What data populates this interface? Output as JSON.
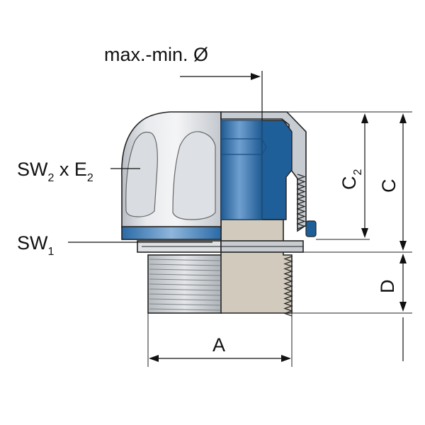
{
  "labels": {
    "diameter": "max.-min. Ø",
    "sw2": "SW",
    "sw2_sub": "2",
    "sw2_x": " x E",
    "sw2_sub2": "2",
    "sw1": "SW",
    "sw1_sub": "1",
    "c2": "C",
    "c2_sub": "2",
    "c": "C",
    "d": "D",
    "a": "A"
  },
  "colors": {
    "blue": "#1f5f99",
    "blue_light": "#5b8fc4",
    "metal": "#c9cdd2",
    "metal_light": "#eef0f2",
    "beige": "#d2cbbd",
    "outline": "#222222"
  }
}
